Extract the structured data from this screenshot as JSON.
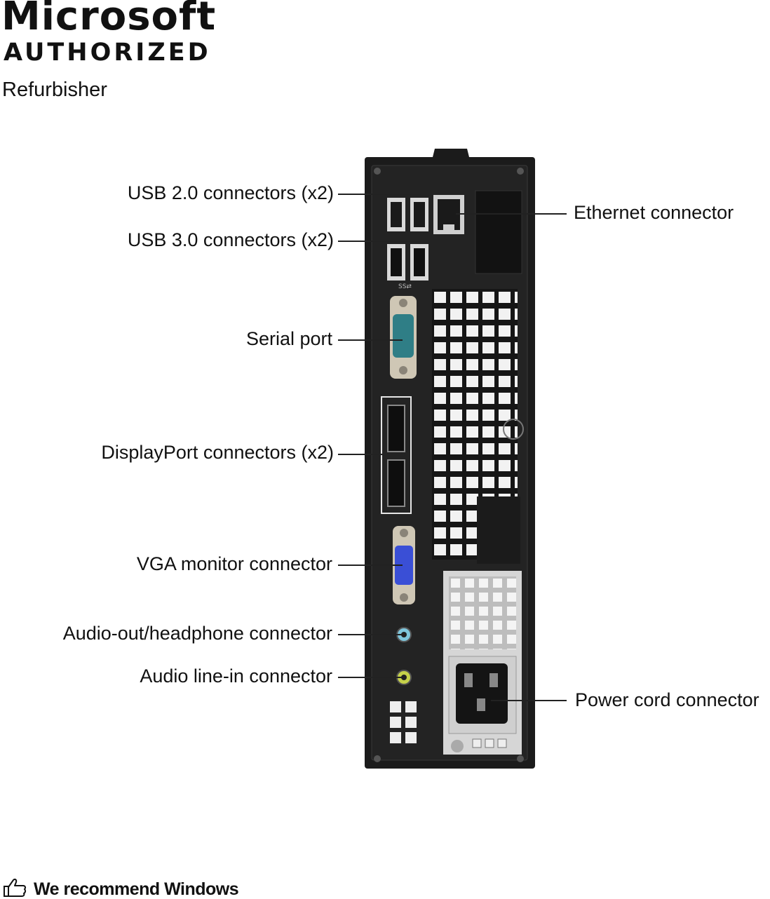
{
  "badge": {
    "brand": "Microsoft",
    "status": "AUTHORIZED",
    "role": "Refurbisher"
  },
  "callouts": {
    "usb2": "USB 2.0 connectors (x2)",
    "usb3": "USB 3.0 connectors (x2)",
    "ethernet": "Ethernet connector",
    "serial": "Serial port",
    "displayport": "DisplayPort connectors (x2)",
    "vga": "VGA monitor connector",
    "audio_out": "Audio-out/headphone connector",
    "audio_in": "Audio line-in connector",
    "power": "Power cord connector"
  },
  "footer": {
    "text": "We recommend Windows",
    "icon": "thumbs-up-icon"
  },
  "colors": {
    "chassis": "#1b1b1b",
    "serial_port": "#2f7e86",
    "vga_port": "#3a4fd6",
    "audio_out": "#7fc6dc",
    "audio_in": "#c6d24a"
  }
}
